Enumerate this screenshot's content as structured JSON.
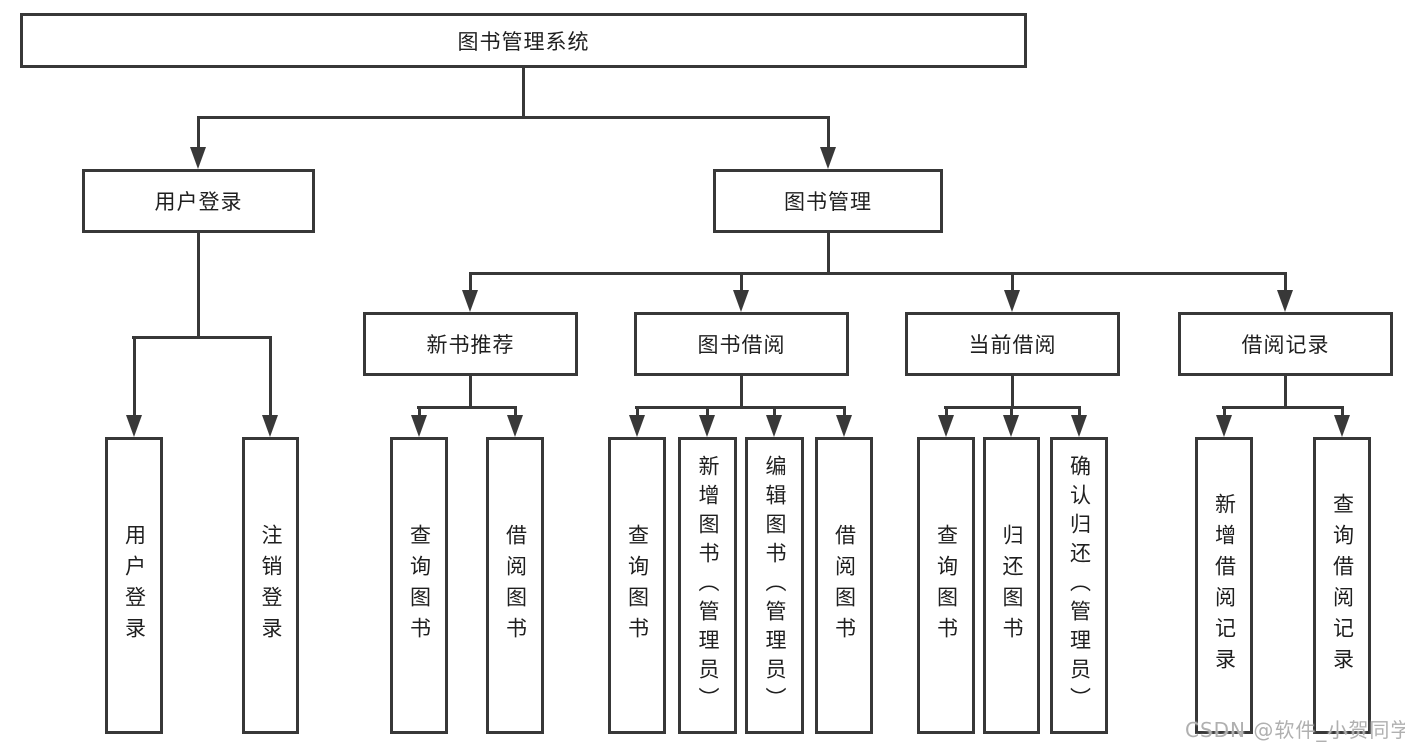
{
  "diagram": {
    "title": "图书管理系统",
    "nodes": {
      "user_login": "用户登录",
      "book_management": "图书管理",
      "new_book_recommend": "新书推荐",
      "book_borrow": "图书借阅",
      "current_borrow": "当前借阅",
      "borrow_records": "借阅记录",
      "leaf_user_login": "用户登录",
      "leaf_logout": "注销登录",
      "leaf_nb_query_book": "查询图书",
      "leaf_nb_borrow_book": "借阅图书",
      "leaf_bb_query_book": "查询图书",
      "leaf_bb_add_book_admin": "新增图书（管理员）",
      "leaf_bb_edit_book_admin": "编辑图书（管理员）",
      "leaf_bb_borrow_book": "借阅图书",
      "leaf_cb_query_book": "查询图书",
      "leaf_cb_return_book": "归还图书",
      "leaf_cb_confirm_return_admin": "确认归还（管理员）",
      "leaf_br_add_record": "新增借阅记录",
      "leaf_br_query_record": "查询借阅记录"
    },
    "watermark": "CSDN @软件_小贺同学",
    "colors": {
      "line": "#383838",
      "text": "#1f1f1f",
      "box_background": "#ffffff",
      "watermark": "#b0b0b0"
    }
  }
}
